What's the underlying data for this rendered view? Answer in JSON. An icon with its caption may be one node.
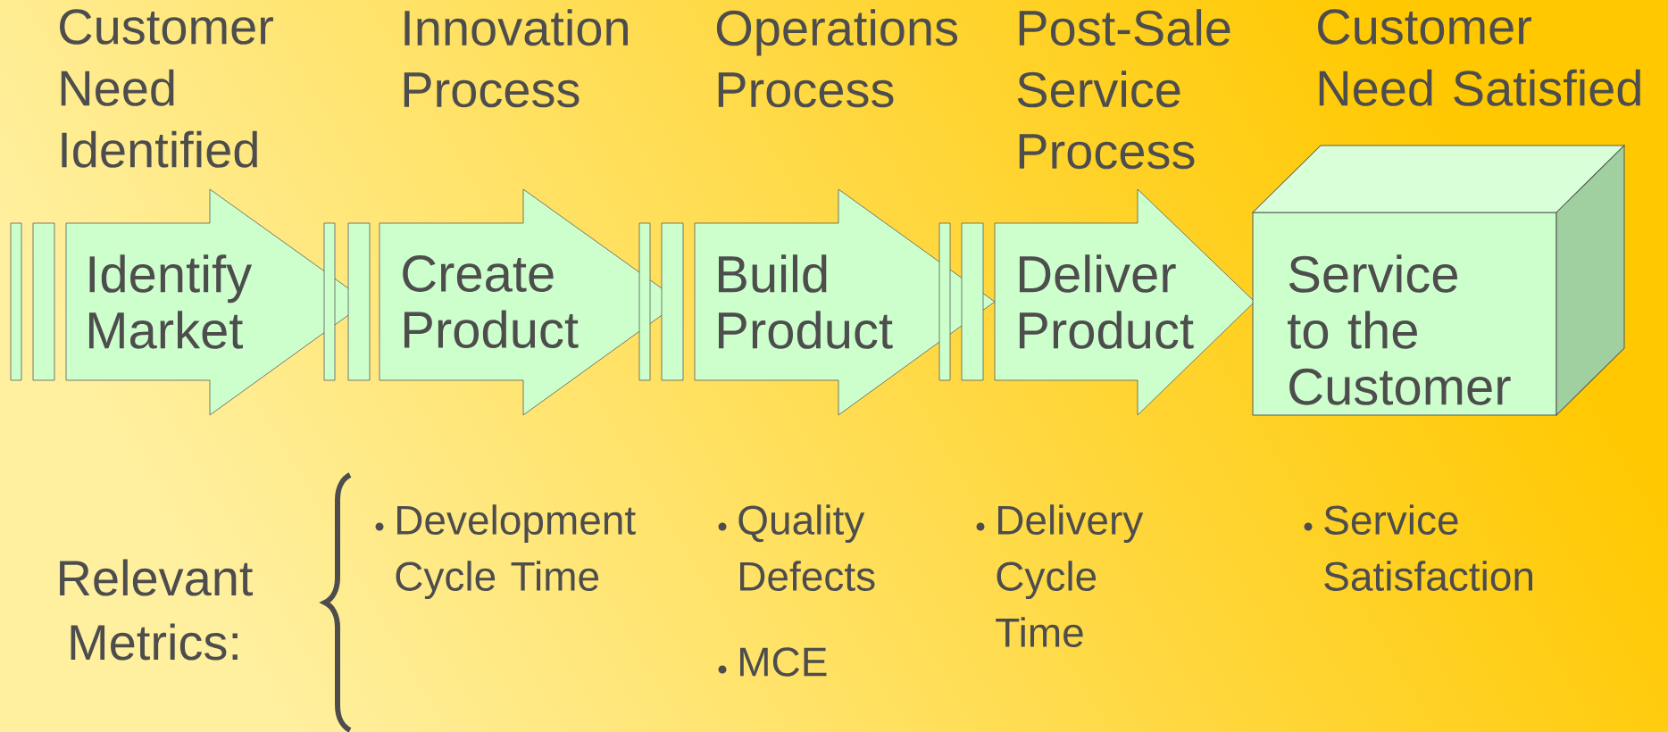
{
  "diagram": {
    "nodes": [
      {
        "text": [
          "Identify Market"
        ],
        "beside": [
          "Customer Need Identified"
        ]
      },
      {
        "text": [
          "Create Product"
        ],
        "beside": [
          "Innovation Process"
        ]
      },
      {
        "text": [
          "Build Product"
        ],
        "beside": [
          "Operations Process"
        ]
      },
      {
        "text": [
          "Deliver Product"
        ],
        "beside": [
          "Post-Sale Service Process"
        ]
      },
      {
        "text": [
          "Service to the Customer"
        ],
        "beside": [
          "Customer Need Satisfied"
        ]
      }
    ],
    "labels": [
      "Relevant Metrics:",
      "Development Cycle Time",
      "Quality Defects",
      "MCE",
      "Delivery Cycle Time",
      "Service Satisfaction"
    ]
  }
}
